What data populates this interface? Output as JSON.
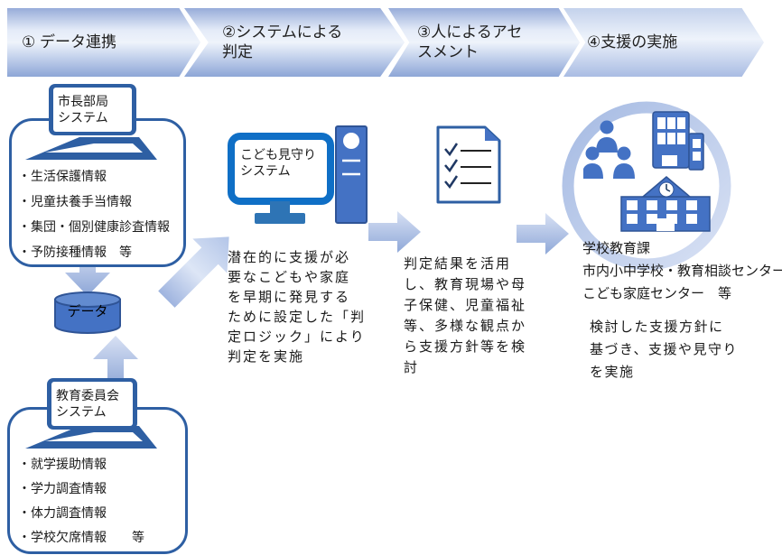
{
  "process_steps": [
    {
      "label": "①  データ連携"
    },
    {
      "label": "②システムによる\n判定"
    },
    {
      "label": "③人によるアセ\nスメント"
    },
    {
      "label": "④支援の実施"
    }
  ],
  "step1": {
    "mayor_system": {
      "label": "市長部局\nシステム",
      "items": [
        "・生活保護情報",
        "・児童扶養手当情報",
        "・集団・個別健康診査情報",
        "・予防接種情報　等"
      ]
    },
    "database_label": "データ",
    "board_system": {
      "label": "教育委員会\nシステム",
      "items": [
        "・就学援助情報",
        "・学力調査情報",
        "・体力調査情報",
        "・学校欠席情報　　等"
      ]
    }
  },
  "step2": {
    "system_label": "こども見守り\nシステム",
    "description": "潜在的に支援が必\n要なこどもや家庭\nを早期に発見する\nために設定した「判\n定ロジック」により\n判定を実施"
  },
  "step3": {
    "description": "判定結果を活用\nし、教育現場や母\n子保健、児童福祉\n等、多様な観点か\nら支援方針等を検\n討"
  },
  "step4": {
    "organizations": [
      "学校教育課",
      "市内小中学校・教育相談センター",
      "こども家庭センター　等"
    ],
    "description": "検討した支援方針に\n基づき、支援や見守り\nを実施"
  },
  "icons": {
    "laptop-icon": "blue trapezoid stand under system label",
    "database-icon": "blue cylinder",
    "desktop-monitor-icon": "thick blue-border monitor with stand",
    "server-icon": "blue tower with white circle and two lines",
    "checklist-icon": "document with folded corner and three checked lines",
    "people-icon": "three person silhouettes",
    "building-icon": "office buildings with white windows",
    "school-icon": "school building with clock gable",
    "arrow-down-icon": "gradient block arrow",
    "arrow-up-icon": "gradient block arrow",
    "arrow-up-right-icon": "gradient block arrow",
    "arrow-right-icon": "gradient block arrow",
    "ring-icon": "light blue circle ring"
  },
  "colors": {
    "panel_border": "#2e5fa3",
    "icon_fill": "#4472c4",
    "icon_stroke": "#2f5496",
    "monitor_border": "#0f6fc6",
    "arrow_light": "#eef3fb",
    "arrow_dark": "#8da6d7",
    "text": "#1a1a1a"
  }
}
